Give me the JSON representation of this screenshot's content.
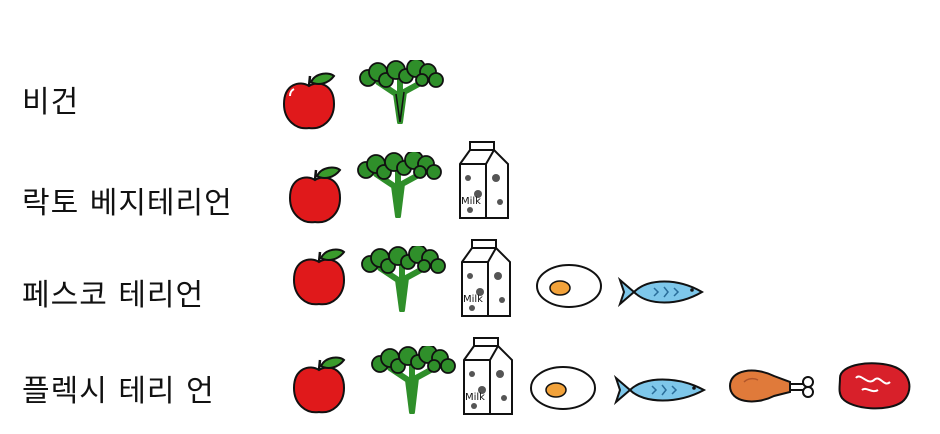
{
  "rows": [
    {
      "label": "비건",
      "foods": [
        "apple-icon",
        "broccoli-icon"
      ]
    },
    {
      "label": "락토 베지테리언",
      "foods": [
        "apple-icon",
        "broccoli-icon",
        "milk-carton-icon"
      ]
    },
    {
      "label": "페스코 테리언",
      "foods": [
        "apple-icon",
        "broccoli-icon",
        "milk-carton-icon",
        "egg-icon",
        "fish-icon"
      ]
    },
    {
      "label": "플렉시 테리 언",
      "foods": [
        "apple-icon",
        "broccoli-icon",
        "milk-carton-icon",
        "egg-icon",
        "fish-icon",
        "chicken-leg-icon",
        "steak-icon"
      ]
    }
  ],
  "milk_text": "Milk",
  "colors": {
    "apple": "#e0191b",
    "leaf": "#3a9b2c",
    "broccoli": "#2f8f2a",
    "fish": "#7ec7ea",
    "egg_yolk": "#f2a23a",
    "chicken": "#e07a3a",
    "steak": "#d8202a"
  }
}
